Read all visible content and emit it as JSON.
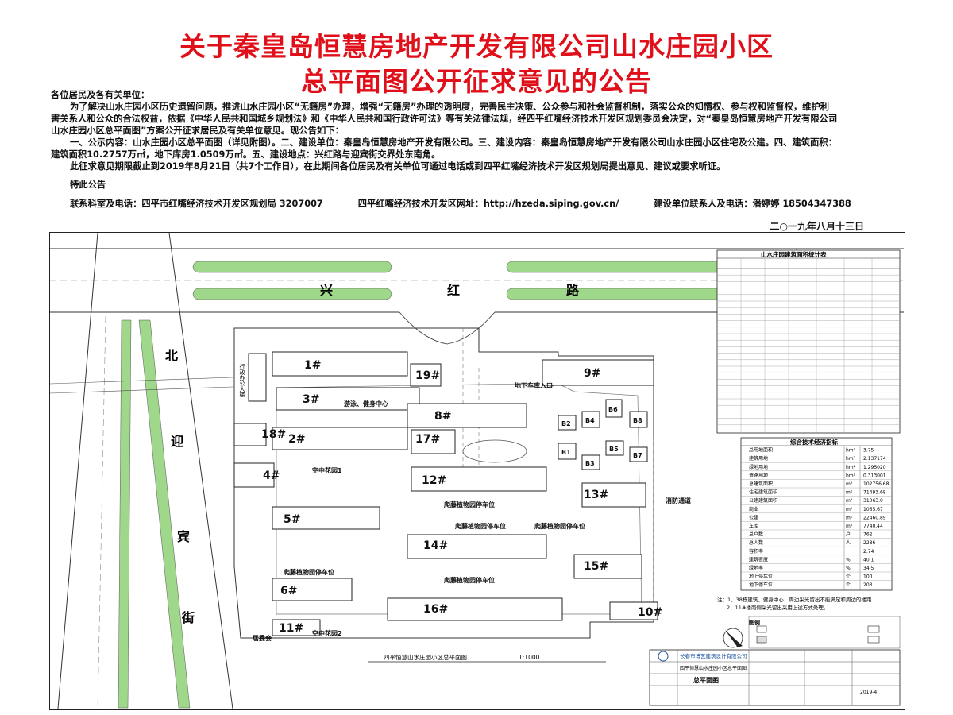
{
  "notice": {
    "title_line1": "关于秦皇岛恒慧房地产开发有限公司山水庄园小区",
    "title_line2": "总平面图公开征求意见的公告",
    "salutation": "各位居民及各有关单位：",
    "para1_l1": "为了解决山水庄园小区历史遗留问题，推进山水庄园小区“无籍房”办理，增强“无籍房”办理的透明度，完善民主决策、公众参与和社会监督机制，落实公众的知情权、参与权和监督权，维护利",
    "para1_l2": "害关系人和公众的合法权益，依据《中华人民共和国城乡规划法》和《中华人民共和国行政许可法》等有关法律法规，经四平红嘴经济技术开发区规划委员会决定，对“秦皇岛恒慧房地产开发有限公司",
    "para1_l3": "山水庄园小区总平面图”方案公开征求居民及有关单位意见。现公告如下：",
    "para2_l1": "一、公示内容：山水庄园小区总平面图（详见附图）。二、建设单位：秦皇岛恒慧房地产开发有限公司。三、建设内容：秦皇岛恒慧房地产开发有限公司山水庄园小区住宅及公建。四、建筑面积：",
    "para2_l2": "建筑面积10.2757万㎡，地下库房1.0509万㎡。五、建设地点：兴红路与迎宾街交界处东南角。",
    "para3": "此征求意见期限截止到2019年8月21日（共7个工作日），在此期间各位居民及有关单位可通过电话或到四平红嘴经济技术开发区规划局提出意见、建议或要求听证。",
    "notice_end": "特此公告",
    "contact1": "联系科室及电话：四平市红嘴经济技术开发区规划局  3207007",
    "contact2": "四平红嘴经济技术开发区网址：http://hzeda.siping.gov.cn/",
    "contact3": "建设单位联系人及电话：潘婷婷   18504347388",
    "date": "二○一九年八月十三日"
  },
  "plan": {
    "road_north": [
      "兴",
      "红",
      "路"
    ],
    "road_west": [
      "北",
      "迎",
      "宾",
      "街"
    ],
    "buildings": {
      "b1": "1#",
      "b2": "2#",
      "b3": "3#",
      "b4": "4#",
      "b5": "5#",
      "b6": "6#",
      "b8": "8#",
      "b9": "9#",
      "b10": "10#",
      "b11": "11#",
      "b12": "12#",
      "b13": "13#",
      "b14": "14#",
      "b15": "15#",
      "b16": "16#",
      "b17": "17#",
      "b18": "18#",
      "b19": "19#"
    },
    "small_blocks": [
      "B1",
      "B2",
      "B3",
      "B4",
      "B5",
      "B6",
      "B7",
      "B8"
    ],
    "labels": {
      "parking1": "爬藤植物园停车位",
      "parking2": "爬藤植物园停车位",
      "parking3": "爬藤植物园停车位",
      "parking4": "爬藤植物园停车位",
      "parking5": "爬藤植物园停车位",
      "garden1": "空中花园1",
      "garden2": "空中花园2",
      "community": "居委会",
      "fitness": "游泳、健身中心",
      "office": "行政办公大楼",
      "garage": "地下车库入口",
      "drawing_title": "四平恒慧山水庄园小区总平面图",
      "scale": "1:1000",
      "fire_road": "消防通道"
    },
    "stats_title": "山水庄园建筑面积统计表",
    "tech_title": "综合技术经济指标",
    "tech_rows": [
      [
        "总用地面积",
        "hm²",
        "3.75"
      ],
      [
        "建筑用地",
        "hm²",
        "2.137174"
      ],
      [
        "绿地用地",
        "hm²",
        "1.295020"
      ],
      [
        "道路用地",
        "hm²",
        "0.313001"
      ],
      [
        "总建筑面积",
        "m²",
        "102756.68"
      ],
      [
        "住宅建筑面积",
        "m²",
        "71493.68"
      ],
      [
        "公建建筑面积",
        "m²",
        "31063.0"
      ],
      [
        "商业",
        "m²",
        "1065.67"
      ],
      [
        "公建",
        "m²",
        "22460.89"
      ],
      [
        "车库",
        "m²",
        "7740.44"
      ],
      [
        "总户数",
        "户",
        "762"
      ],
      [
        "总人数",
        "人",
        "2286"
      ],
      [
        "容积率",
        "",
        "2.74"
      ],
      [
        "建筑密度",
        "%",
        "40.1"
      ],
      [
        "绿地率",
        "%",
        "34.5"
      ],
      [
        "地上停车位",
        "个",
        "100"
      ],
      [
        "地下停车位",
        "个",
        "203"
      ]
    ],
    "notes_l1": "注：1、38栋建筑，健身中心，周边采光留出不能满足和周边的楼距",
    "notes_l2": "2、11#楼南侧采光留出采用上述方式处理。",
    "legend_title": "图例",
    "company": "长春市博艺建筑设计有限公司",
    "project": "四平恒慧山水庄园小区总平面图",
    "drawing_name": "总平面图",
    "design_date": "2019-4"
  },
  "colors": {
    "title_red": "#e0101a",
    "road_green": "#9fd88a",
    "line_dark": "#333333"
  }
}
